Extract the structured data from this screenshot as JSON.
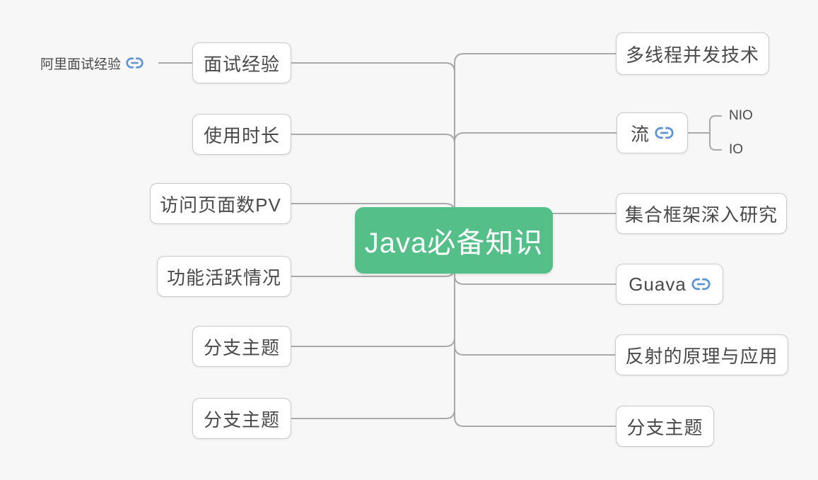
{
  "app": {
    "type": "mindmap-canvas"
  },
  "theme": {
    "background": "#f7f7f7",
    "node_bg": "#ffffff",
    "node_border": "#c9c9c9",
    "node_text": "#4a4a4a",
    "edge_color": "#a9a9a9",
    "root_bg": "#55bf8a",
    "root_text": "#ffffff",
    "link_icon_color": "#5e94d6"
  },
  "root": {
    "label": "Java必备知识"
  },
  "left_branches": [
    {
      "label": "面试经验",
      "children": [
        {
          "label": "阿里面试经验",
          "link": true
        }
      ]
    },
    {
      "label": "使用时长"
    },
    {
      "label": "访问页面数PV"
    },
    {
      "label": "功能活跃情况"
    },
    {
      "label": "分支主题"
    },
    {
      "label": "分支主题"
    }
  ],
  "right_branches": [
    {
      "label": "多线程并发技术"
    },
    {
      "label": "流",
      "link": true,
      "children": [
        {
          "label": "NIO"
        },
        {
          "label": "IO"
        }
      ]
    },
    {
      "label": "集合框架深入研究"
    },
    {
      "label": "Guava",
      "link": true
    },
    {
      "label": "反射的原理与应用"
    },
    {
      "label": "分支主题"
    }
  ]
}
